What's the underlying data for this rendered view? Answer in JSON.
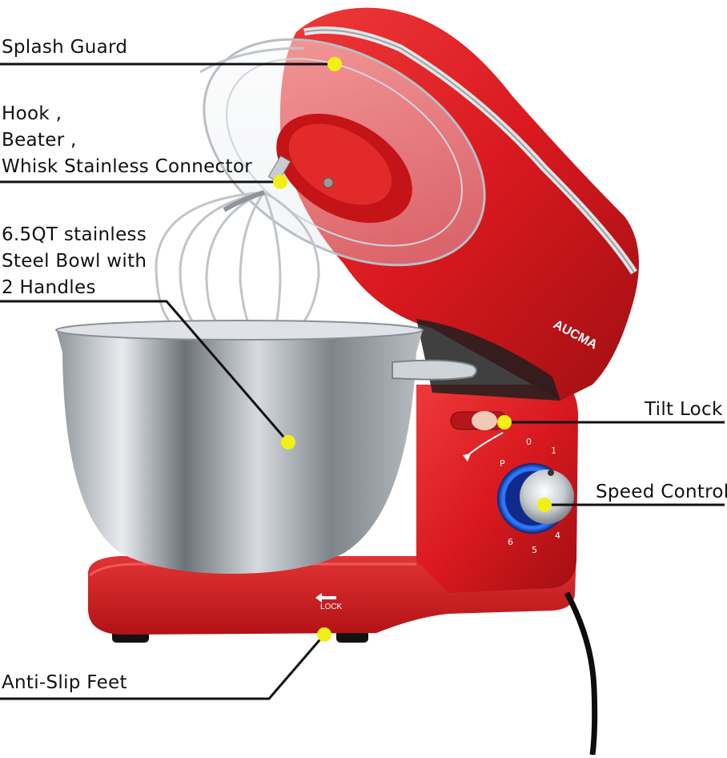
{
  "brand": "AUCMA",
  "lock_label": "LOCK",
  "dial_numbers": [
    "0",
    "1",
    "P",
    "4",
    "5",
    "6"
  ],
  "callouts": [
    {
      "id": "splash-guard",
      "lines": [
        "Splash Guard"
      ]
    },
    {
      "id": "connector",
      "lines": [
        "Hook ,",
        "Beater ,",
        "Whisk Stainless Connector"
      ]
    },
    {
      "id": "bowl",
      "lines": [
        "6.5QT stainless",
        "Steel Bowl with",
        "2 Handles"
      ]
    },
    {
      "id": "tilt-lock",
      "lines": [
        "Tilt Lock"
      ]
    },
    {
      "id": "speed-control",
      "lines": [
        "Speed Control"
      ]
    },
    {
      "id": "anti-slip-feet",
      "lines": [
        "Anti-Slip Feet"
      ]
    }
  ],
  "colors": {
    "body_red": "#d9191f",
    "dark_red": "#9e0d10",
    "marker_yellow": "#f2ef16",
    "leader_line": "#111111",
    "steel": "#c8cdd2"
  }
}
